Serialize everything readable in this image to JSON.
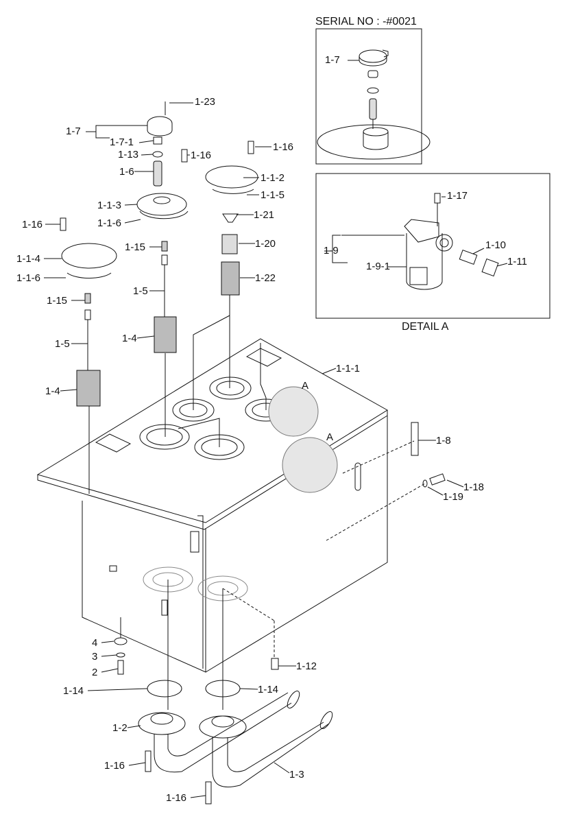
{
  "serial_note": "SERIAL NO : -#0021",
  "detail_title": "DETAIL A",
  "colors": {
    "line": "#111111",
    "mesh": "#9a9a9a",
    "background": "#ffffff"
  },
  "inset_serial": {
    "labels": [
      "1-7"
    ]
  },
  "detail_a": {
    "labels": [
      "1-17",
      "1-9",
      "1-9-1",
      "1-10",
      "1-11"
    ]
  },
  "main": {
    "labels": [
      "1-23",
      "1-7",
      "1-7-1",
      "1-13",
      "1-16",
      "1-16",
      "1-6",
      "1-1-2",
      "1-1-3",
      "1-1-5",
      "1-1-6",
      "1-21",
      "1-16",
      "1-15",
      "1-20",
      "1-1-4",
      "1-1-6",
      "1-22",
      "1-5",
      "1-15",
      "1-4",
      "1-5",
      "1-1-1",
      "A",
      "1-4",
      "A",
      "1-8",
      "1-18",
      "1-19",
      "4",
      "3",
      "2",
      "1-12",
      "1-14",
      "1-14",
      "1-2",
      "1-16",
      "1-3",
      "1-16"
    ]
  }
}
